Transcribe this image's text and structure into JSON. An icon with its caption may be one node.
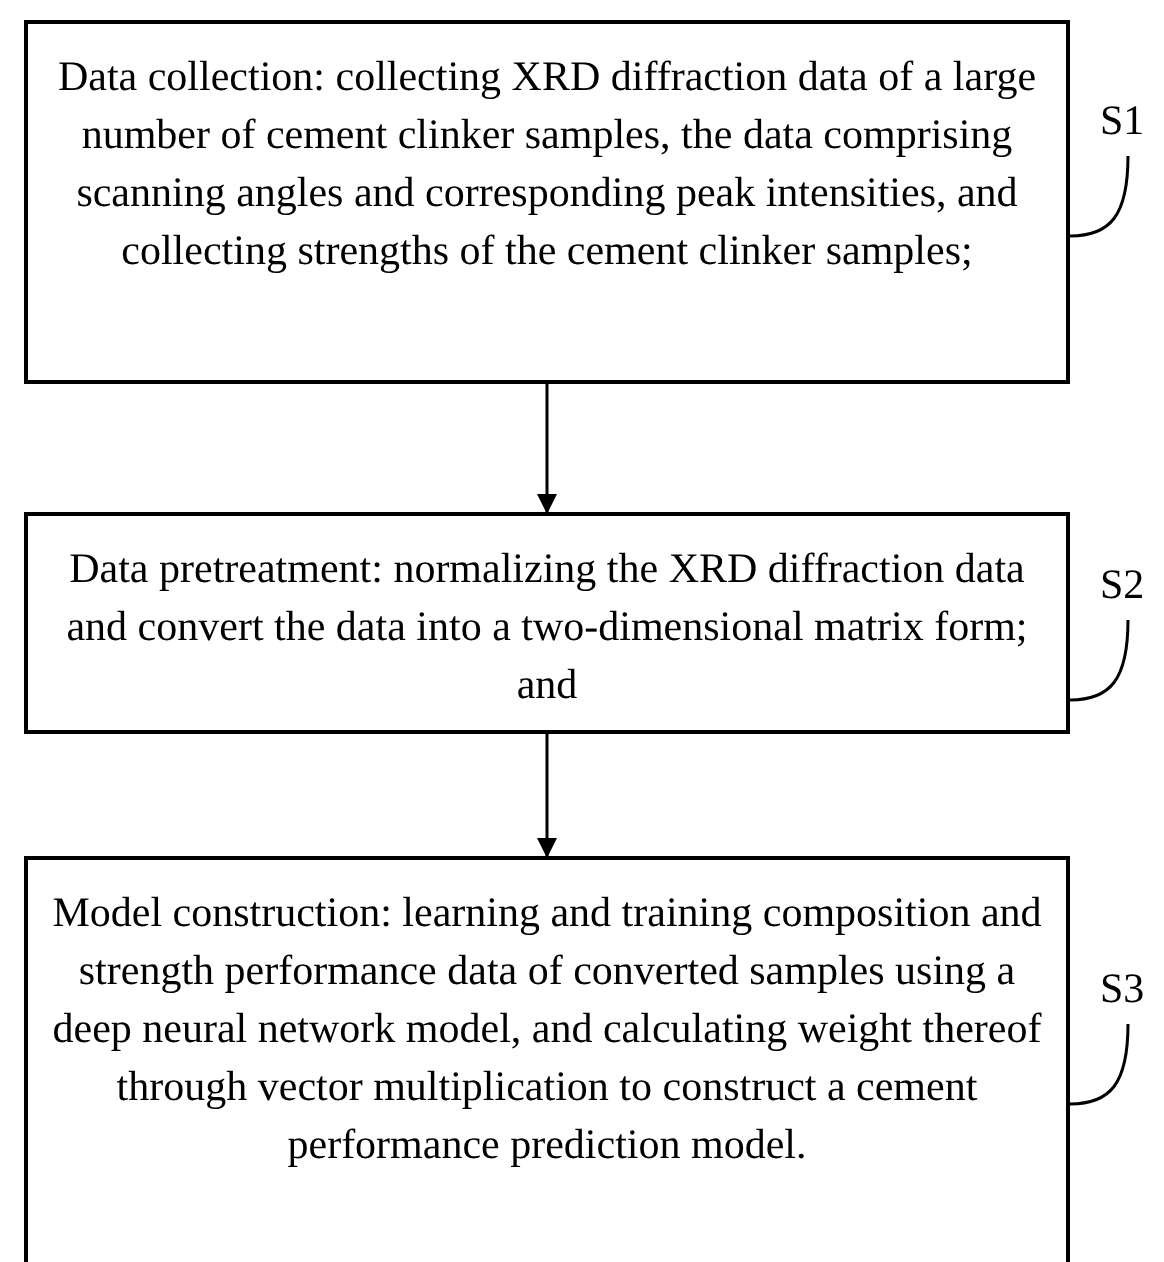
{
  "diagram": {
    "nodes": [
      {
        "text": [
          "Data collection: collecting XRD diffraction data of a large number of cement clinker samples, the data comprising scanning angles and corresponding peak intensities, and collecting strengths of the cement clinker samples;"
        ]
      },
      {
        "text": [
          "Data pretreatment: normalizing the XRD diffraction data and convert the data into a two-dimensional matrix form; and"
        ]
      },
      {
        "text": [
          "Model construction: learning and training composition and strength performance data of converted samples using a deep neural network model, and calculating weight thereof through vector multiplication to construct a cement performance prediction model."
        ]
      },
      {
        "text": [
          "S1"
        ]
      },
      {
        "text": [
          "S2"
        ]
      },
      {
        "text": [
          "S3"
        ]
      }
    ],
    "edges": [
      {
        "from": 0,
        "to": 1,
        "arrow": "to"
      },
      {
        "from": 1,
        "to": 2,
        "arrow": "to"
      },
      {
        "from": 3,
        "to": 0,
        "arrow": "none"
      },
      {
        "from": 4,
        "to": 1,
        "arrow": "none"
      },
      {
        "from": 5,
        "to": 2,
        "arrow": "none"
      }
    ]
  }
}
